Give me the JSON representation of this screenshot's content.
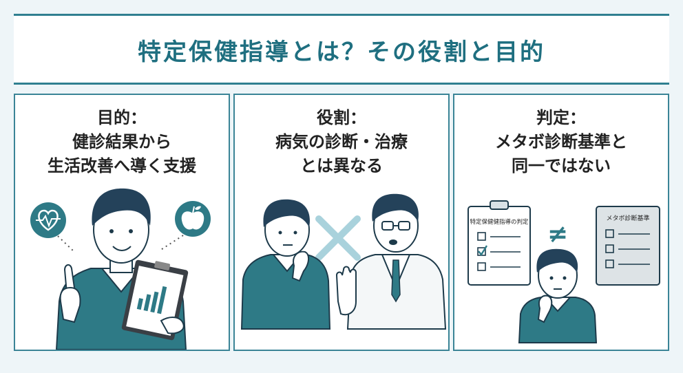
{
  "title": "特定保健指導とは？その役割と目的",
  "panels": [
    {
      "heading": [
        "目的：",
        "健診結果から",
        "生活改善へ導く支援"
      ]
    },
    {
      "heading": [
        "役割：",
        "病気の診断・治療",
        "とは異なる"
      ]
    },
    {
      "heading": [
        "判定：",
        "メタボ診断基準と",
        "同一ではない"
      ],
      "clipboard_left_title": "特定保健健指導の判定",
      "clipboard_right_title": "メタボ診断基準",
      "not_equal_symbol": "≠"
    }
  ],
  "icons": {
    "heart": "heart-monitor-icon",
    "apple": "apple-icon",
    "cross": "cross-mark-icon",
    "check": "checkmark-icon"
  },
  "colors": {
    "accent": "#2f7f90",
    "sweater": "#2e7a86",
    "hair": "#24425a",
    "light_accent": "#a9d2dc"
  }
}
